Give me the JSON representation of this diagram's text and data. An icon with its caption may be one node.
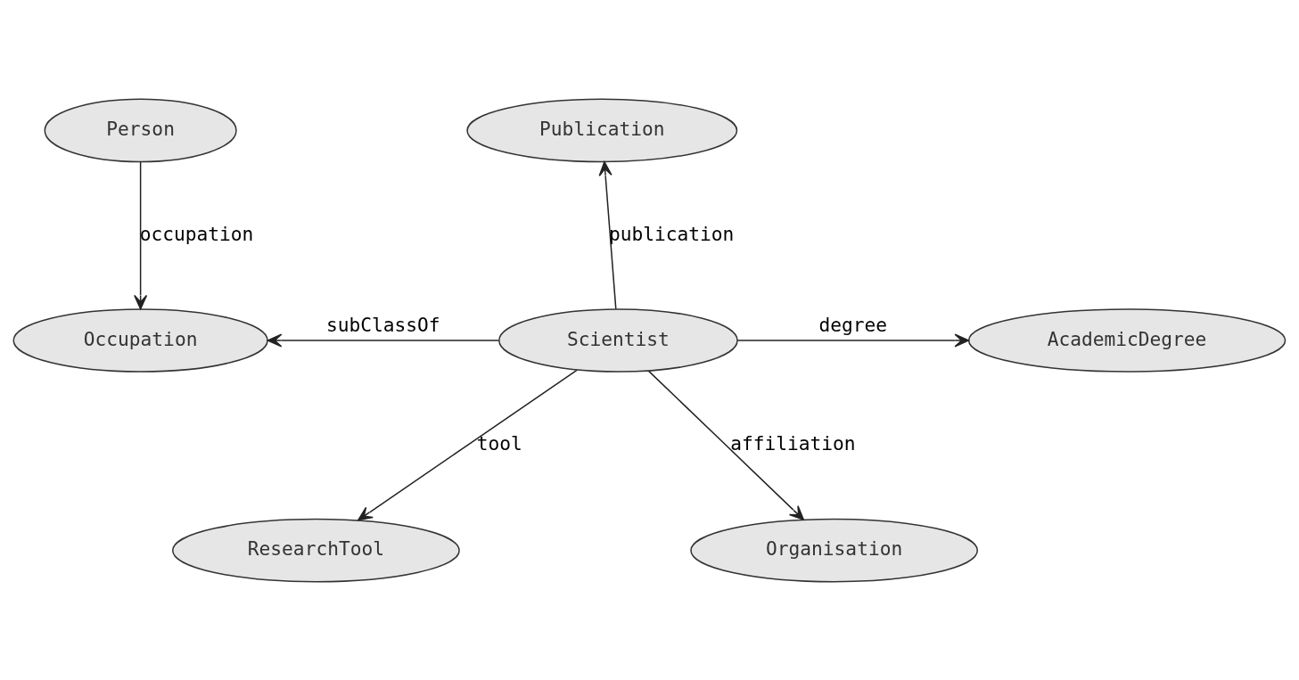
{
  "diagram": {
    "nodes": [
      {
        "text": [
          "Person"
        ]
      },
      {
        "text": [
          "Publication"
        ]
      },
      {
        "text": [
          "Occupation"
        ]
      },
      {
        "text": [
          "Scientist"
        ]
      },
      {
        "text": [
          "AcademicDegree"
        ]
      },
      {
        "text": [
          "ResearchTool"
        ]
      },
      {
        "text": [
          "Organisation"
        ]
      }
    ],
    "edges": [
      {
        "from": 0,
        "to": 2,
        "arrow": "to",
        "label": "occupation"
      },
      {
        "from": 3,
        "to": 1,
        "arrow": "to",
        "label": "publication"
      },
      {
        "from": 3,
        "to": 2,
        "arrow": "to",
        "label": "subClassOf"
      },
      {
        "from": 3,
        "to": 4,
        "arrow": "to",
        "label": "degree"
      },
      {
        "from": 3,
        "to": 5,
        "arrow": "to",
        "label": "tool"
      },
      {
        "from": 3,
        "to": 6,
        "arrow": "to",
        "label": "affiliation"
      }
    ]
  }
}
